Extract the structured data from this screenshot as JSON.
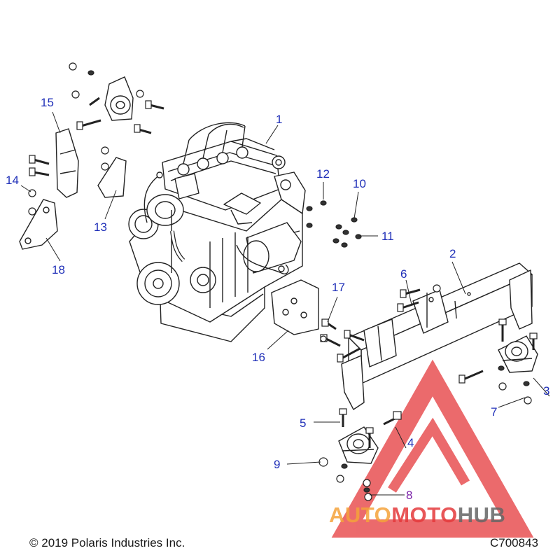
{
  "colors": {
    "callout": "#1f2fb8",
    "callout_highlight": "#7a1fa8",
    "line_art": "#222222",
    "watermark_red": "#e5393b",
    "watermark_orange": "#f5a33a",
    "watermark_gray": "#666666"
  },
  "callouts": [
    {
      "id": "1",
      "label": "1"
    },
    {
      "id": "2",
      "label": "2"
    },
    {
      "id": "3",
      "label": "3"
    },
    {
      "id": "4",
      "label": "4"
    },
    {
      "id": "5",
      "label": "5"
    },
    {
      "id": "6",
      "label": "6"
    },
    {
      "id": "7",
      "label": "7"
    },
    {
      "id": "8",
      "label": "8"
    },
    {
      "id": "9",
      "label": "9"
    },
    {
      "id": "10",
      "label": "10"
    },
    {
      "id": "11",
      "label": "11"
    },
    {
      "id": "12",
      "label": "12"
    },
    {
      "id": "13",
      "label": "13"
    },
    {
      "id": "14",
      "label": "14"
    },
    {
      "id": "15",
      "label": "15"
    },
    {
      "id": "16",
      "label": "16"
    },
    {
      "id": "17",
      "label": "17"
    },
    {
      "id": "18",
      "label": "18"
    }
  ],
  "footer": {
    "copyright": "© 2019 Polaris Industries Inc.",
    "diagram_code": "C700843"
  },
  "watermark": {
    "part1": "AUTO",
    "part2": "MOTO",
    "part3": "HUB"
  }
}
